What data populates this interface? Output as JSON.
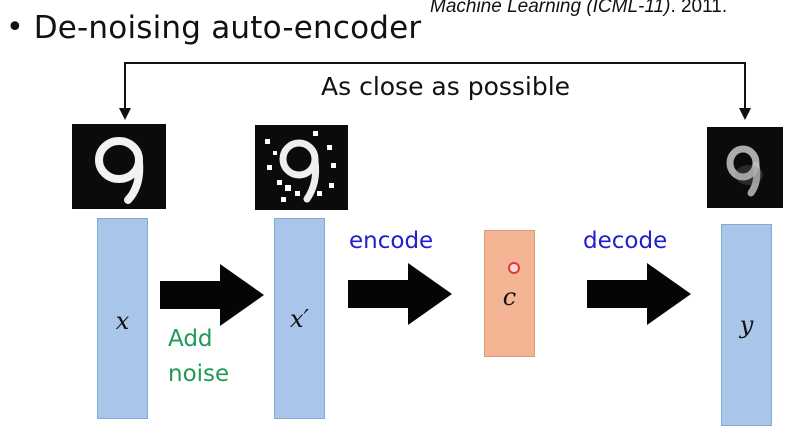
{
  "bullet": {
    "dot": "•",
    "title": "De-noising auto-encoder"
  },
  "citation": {
    "venue": "Machine Learning (ICML-11)",
    "suffix": ". 2011."
  },
  "loop_label": "As close as possible",
  "variables": {
    "input": "x",
    "noisy": "x′",
    "code": "c",
    "output": "y"
  },
  "steps": {
    "add_noise": [
      "Add",
      "noise"
    ],
    "encode": "encode",
    "decode": "decode"
  },
  "colors": {
    "input_bar": "#a9c5ea",
    "code_bar": "#f4b595",
    "encode_decode_text": "#1f1fcf",
    "noise_text": "#1e9a55",
    "code_dot": "#e23a3a"
  }
}
